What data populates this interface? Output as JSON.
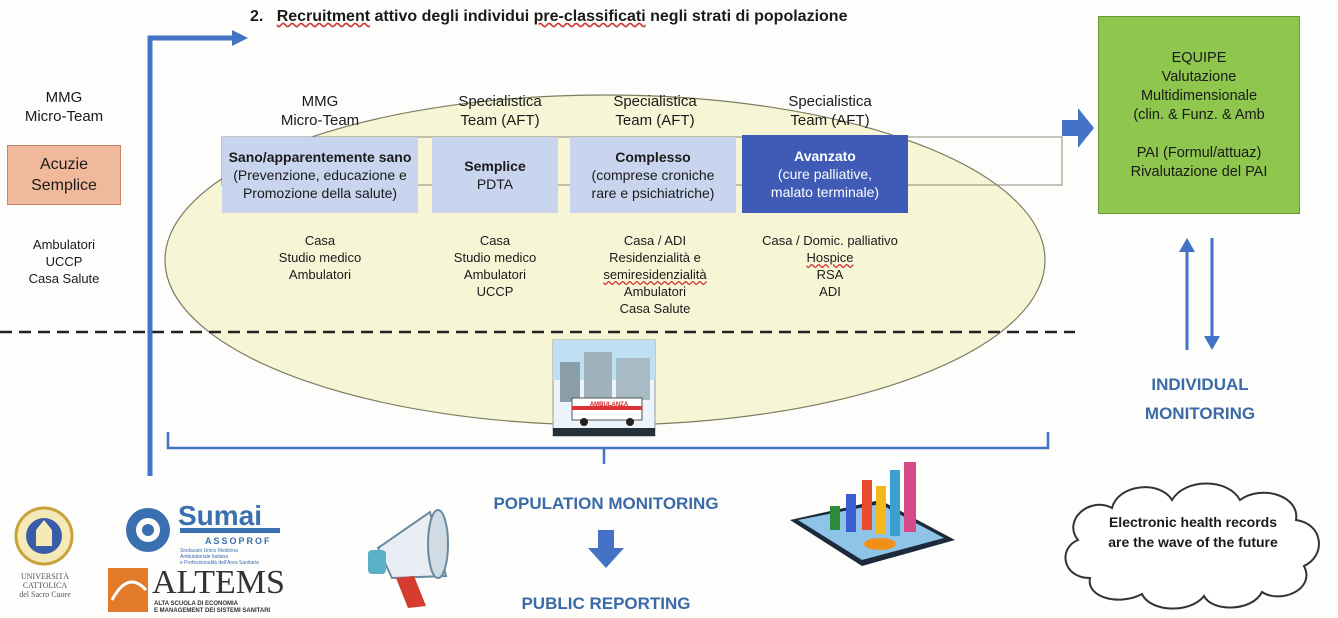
{
  "title": {
    "number": "2.",
    "word1": "Recruitment",
    "rest": " attivo degli individui ",
    "word2": "pre-classificati",
    "rest2": " negli strati di popolazione"
  },
  "left": {
    "mmg": "MMG",
    "micro": "Micro-Team",
    "acuzie": [
      "Acuzie",
      "Semplice"
    ],
    "places": [
      "Ambulatori",
      "UCCP",
      "Casa Salute"
    ]
  },
  "teams": [
    {
      "l1": "MMG",
      "l2": "Micro-Team"
    },
    {
      "l1": "Specialistica",
      "l2": "Team (AFT)"
    },
    {
      "l1": "Specialistica",
      "l2": "Team (AFT)"
    },
    {
      "l1": "Specialistica",
      "l2": "Team (AFT)"
    }
  ],
  "strata": [
    {
      "title": "Sano/apparentemente sano",
      "sub": [
        "(Prevenzione, educazione e",
        "Promozione della salute)"
      ]
    },
    {
      "title": "Semplice",
      "sub": [
        "PDTA"
      ]
    },
    {
      "title": "Complesso",
      "sub": [
        "(comprese croniche",
        "rare e psichiatriche)"
      ]
    },
    {
      "title": "Avanzato",
      "sub": [
        "(cure palliative,",
        "malato terminale)"
      ]
    }
  ],
  "settings": [
    [
      "Casa",
      "Studio medico",
      "Ambulatori"
    ],
    [
      "Casa",
      "Studio medico",
      "Ambulatori",
      "UCCP"
    ],
    [
      "Casa / ADI",
      "Residenzialità e",
      "semiresidenzialità",
      "Ambulatori",
      "Casa Salute"
    ],
    [
      "Casa / Domic. palliativo",
      "Hospice",
      "RSA",
      "ADI"
    ]
  ],
  "equipe": [
    "EQUIPE",
    "Valutazione",
    "Multidimensionale",
    "(clin. & Funz. & Amb",
    "",
    "PAI (Formul/attuaz)",
    "Rivalutazione del PAI"
  ],
  "individual_monitoring": [
    "INDIVIDUAL",
    "MONITORING"
  ],
  "population_monitoring": "POPULATION MONITORING",
  "public_reporting": "PUBLIC REPORTING",
  "cloud": [
    "Electronic health records",
    "are the wave of the future"
  ],
  "logos": {
    "unicatt": [
      "UNIVERSITÀ",
      "CATTOLICA",
      "del Sacro Cuore"
    ],
    "sumai": "Sumai",
    "sumai_sub": "ASSOPROF",
    "sumai_desc": [
      "Sindacato Unico Medicina",
      "Ambulatoriale Italiana",
      "e Professionalità dell'Area Sanitaria"
    ],
    "altems": "ALTEMS",
    "altems_desc": [
      "ALTA SCUOLA DI ECONOMIA",
      "E MANAGEMENT DEI SISTEMI SANITARI"
    ]
  },
  "ambulance_label": "AMBULANZA",
  "colors": {
    "accent_blue": "#4472c4",
    "light_blue": "#c9d5ef",
    "dark_blue": "#3f5bb5",
    "green": "#8ec64e",
    "salmon": "#f1b99c",
    "ellipse": "#f6f6d6"
  }
}
